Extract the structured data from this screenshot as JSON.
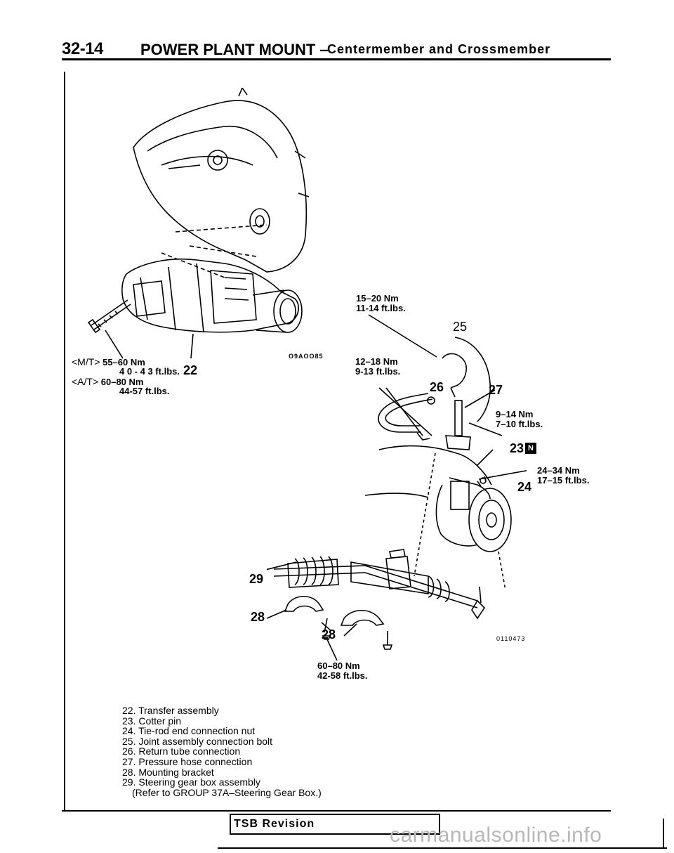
{
  "header": {
    "page_number": "32-14",
    "section_title": "POWER PLANT MOUNT –",
    "subsection_title": "Centermember and Crossmember"
  },
  "figures": {
    "transfer_code": "O9AOO85",
    "steering_code": "0110473"
  },
  "callouts": {
    "c22": "22",
    "c23": "23",
    "c23_badge": "N",
    "c24": "24",
    "c25": "25",
    "c26": "26",
    "c27": "27",
    "c28a": "28",
    "c28b": "28",
    "c29": "29"
  },
  "torques": {
    "mt_prefix": "<M/T>",
    "mt_nm": "55–60 Nm",
    "mt_ftlbs": "4 0 - 4 3  ft.lbs.",
    "at_prefix": "<A/T>",
    "at_nm": "60–80 Nm",
    "at_ftlbs": "44-57 ft.lbs.",
    "t25_nm": "15–20 Nm",
    "t25_ftlbs": "11-14 ft.lbs.",
    "t26_nm": "12–18 Nm",
    "t26_ftlbs": "9-13 ft.lbs.",
    "t27_nm": "9–14 Nm",
    "t27_ftlbs": "7–10 ft.lbs.",
    "t24_nm": "24–34 Nm",
    "t24_ftlbs": "17–15 ft.lbs.",
    "t28_nm": "60–80 Nm",
    "t28_ftlbs": "42-58 ft.lbs."
  },
  "legend": [
    "22. Transfer assembly",
    "23. Cotter pin",
    "24. Tie-rod end connection nut",
    "25. Joint assembly connection bolt",
    "26. Return tube connection",
    "27. Pressure hose connection",
    "28. Mounting bracket",
    "29. Steering gear box assembly"
  ],
  "legend_ref": "(Refer to GROUP 37A–Steering Gear Box.)",
  "footer": {
    "tsb_label": "TSB Revision",
    "watermark": "carmanualsonline.info"
  }
}
